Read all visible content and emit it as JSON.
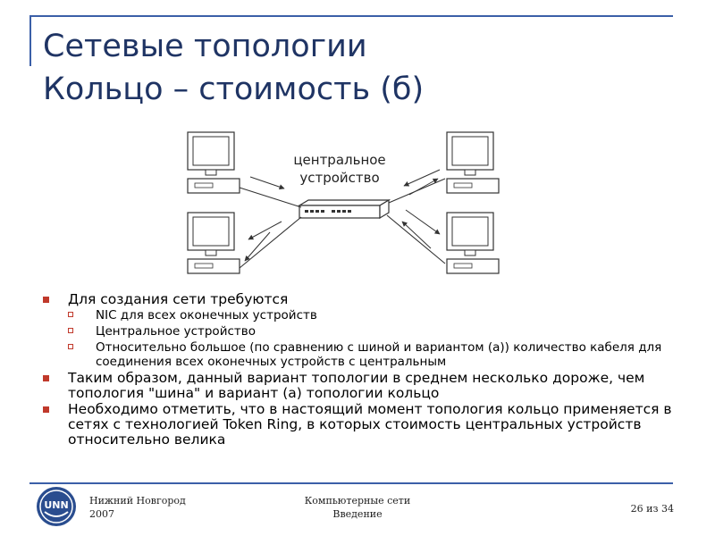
{
  "title": {
    "line1": "Сетевые топологии",
    "line2": "Кольцо – стоимость (б)"
  },
  "diagram": {
    "hub_label_line1": "центральное",
    "hub_label_line2": "устройство"
  },
  "bullets": [
    {
      "text": "Для создания сети требуются",
      "sub": [
        "NIC для всех оконечных устройств",
        "Центральное устройство",
        "Относительно большое (по сравнению с шиной и вариантом (а)) количество кабеля для соединения всех оконечных устройств с центральным"
      ]
    },
    {
      "text": "Таким образом, данный вариант топологии в среднем несколько дороже, чем топология \"шина\" и вариант (а) топологии кольцо"
    },
    {
      "text": "Необходимо отметить, что в настоящий момент топология кольцо применяется в сетях с технологией Token Ring, в которых стоимость центральных устройств относительно велика"
    }
  ],
  "footer": {
    "left_line1": "Нижний Новгород",
    "left_line2": "2007",
    "center_line1": "Компьютерные сети",
    "center_line2": "Введение",
    "page": "26 из 34",
    "logo_text": "UNN"
  },
  "colors": {
    "accent": "#3b5fa8",
    "title": "#1f3464",
    "bullet": "#c0392b"
  }
}
